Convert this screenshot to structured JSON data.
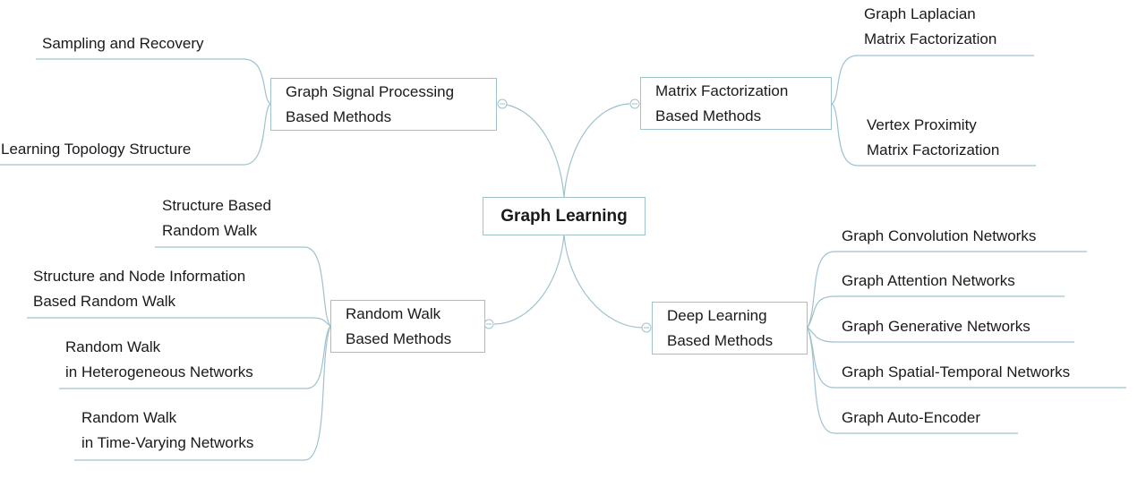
{
  "center": {
    "label": "Graph Learning"
  },
  "branches": {
    "gsp": {
      "lines": [
        "Graph Signal Processing",
        "Based Methods"
      ],
      "leaves": [
        {
          "lines": [
            "Sampling and Recovery"
          ]
        },
        {
          "lines": [
            "Learning Topology Structure"
          ]
        }
      ]
    },
    "mf": {
      "lines": [
        "Matrix Factorization",
        "Based Methods"
      ],
      "leaves": [
        {
          "lines": [
            "Graph Laplacian",
            "Matrix Factorization"
          ]
        },
        {
          "lines": [
            "Vertex Proximity",
            "Matrix Factorization"
          ]
        }
      ]
    },
    "rw": {
      "lines": [
        "Random Walk",
        "Based Methods"
      ],
      "leaves": [
        {
          "lines": [
            "Structure Based",
            "Random Walk"
          ]
        },
        {
          "lines": [
            "Structure and Node Information",
            "Based Random Walk"
          ]
        },
        {
          "lines": [
            "Random Walk",
            "in Heterogeneous Networks"
          ]
        },
        {
          "lines": [
            "Random Walk",
            "in Time-Varying Networks"
          ]
        }
      ]
    },
    "dl": {
      "lines": [
        "Deep Learning",
        "Based Methods"
      ],
      "leaves": [
        {
          "lines": [
            "Graph Convolution Networks"
          ]
        },
        {
          "lines": [
            "Graph Attention Networks"
          ]
        },
        {
          "lines": [
            "Graph Generative Networks"
          ]
        },
        {
          "lines": [
            "Graph Spatial-Temporal Networks"
          ]
        },
        {
          "lines": [
            "Graph Auto-Encoder"
          ]
        }
      ]
    }
  },
  "colors": {
    "connector": "#9fc2ce",
    "border": "#9fc2ce",
    "text": "#1a1a1a"
  }
}
